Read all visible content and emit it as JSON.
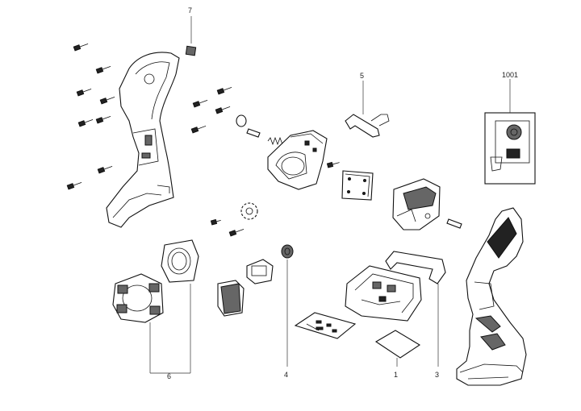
{
  "callouts": {
    "c1": "1",
    "c3": "3",
    "c4": "4",
    "c5": "5",
    "c6": "6",
    "c7": "7",
    "c1001": "1001"
  },
  "colors": {
    "line": "#111111",
    "fill_dark": "#222222",
    "fill_mid": "#666666",
    "background": "#ffffff"
  }
}
